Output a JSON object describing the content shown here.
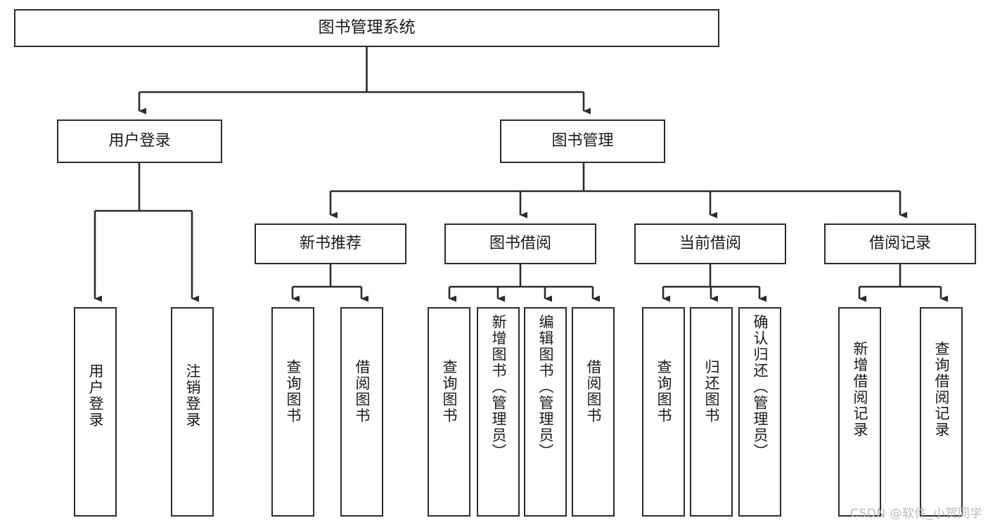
{
  "diagram": {
    "type": "tree",
    "title": "图书管理系统",
    "watermark": "CSDN @软件_小贺同学",
    "colors": {
      "background": "#ffffff",
      "border": "#2b2b2b",
      "text": "#1a1a1a",
      "connector": "#2b2b2b",
      "watermark": "#b9b9b9"
    },
    "nodes": {
      "root": {
        "label": "图书管理系统"
      },
      "level2": [
        {
          "label": "用户登录"
        },
        {
          "label": "图书管理"
        }
      ],
      "level3": [
        {
          "label": "新书推荐"
        },
        {
          "label": "图书借阅"
        },
        {
          "label": "当前借阅"
        },
        {
          "label": "借阅记录"
        }
      ],
      "leaves_user_login": [
        {
          "label": "用户登录"
        },
        {
          "label": "注销登录"
        }
      ],
      "leaves_new_book": [
        {
          "label": "查询图书"
        },
        {
          "label": "借阅图书"
        }
      ],
      "leaves_borrow": [
        {
          "label": "查询图书"
        },
        {
          "label": "新增图书（管理员）"
        },
        {
          "label": "编辑图书（管理员）"
        },
        {
          "label": "借阅图书"
        }
      ],
      "leaves_current": [
        {
          "label": "查询图书"
        },
        {
          "label": "归还图书"
        },
        {
          "label": "确认归还（管理员）"
        }
      ],
      "leaves_records": [
        {
          "label": "新增借阅记录"
        },
        {
          "label": "查询借阅记录"
        }
      ]
    }
  }
}
